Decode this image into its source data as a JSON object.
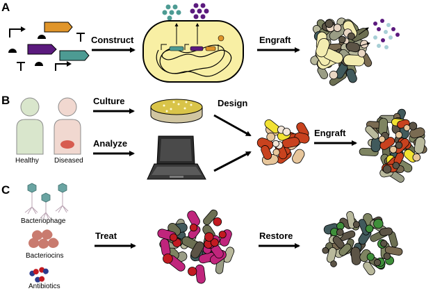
{
  "panels": {
    "a": {
      "letter": "A",
      "construct_label": "Construct",
      "engraft_label": "Engraft"
    },
    "b": {
      "letter": "B",
      "healthy_label": "Healthy",
      "diseased_label": "Diseased",
      "culture_label": "Culture",
      "analyze_label": "Analyze",
      "design_label": "Design",
      "engraft_label": "Engraft"
    },
    "c": {
      "letter": "C",
      "bacteriophage_label": "Bacteriophage",
      "bacteriocins_label": "Bacteriocins",
      "antibiotics_label": "Antibiotics",
      "treat_label": "Treat",
      "restore_label": "Restore"
    }
  },
  "colors": {
    "promoter_orange": "#e0952a",
    "gene_purple": "#5b1a7e",
    "gene_teal": "#4d9b93",
    "cell_fill": "#f8efa4",
    "dish_fill": "#d9c449",
    "engineered_yellow": "#f3ecb0",
    "designed_red": "#c8421e",
    "designed_yellow": "#f2e232",
    "pathogen_magenta": "#c0257c",
    "pathogen_red": "#c21a21",
    "restored_green": "#3f8f3a"
  }
}
